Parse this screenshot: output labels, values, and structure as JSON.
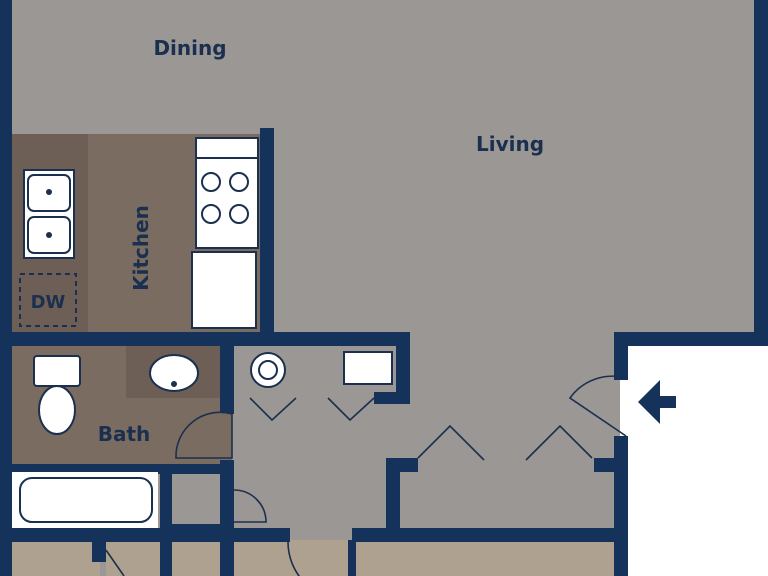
{
  "rooms": {
    "dining": "Dining",
    "living": "Living",
    "kitchen": "Kitchen",
    "bath": "Bath"
  },
  "appliances": {
    "dishwasher": "DW"
  },
  "colors": {
    "wall": "#15325a",
    "floor_gray": "#9a9795",
    "floor_brown": "#7b6c61",
    "floor_tan": "#aea190",
    "label": "#1b2f4e",
    "outside": "#ffffff"
  },
  "icons": {
    "entry": "entry-arrow-icon"
  }
}
